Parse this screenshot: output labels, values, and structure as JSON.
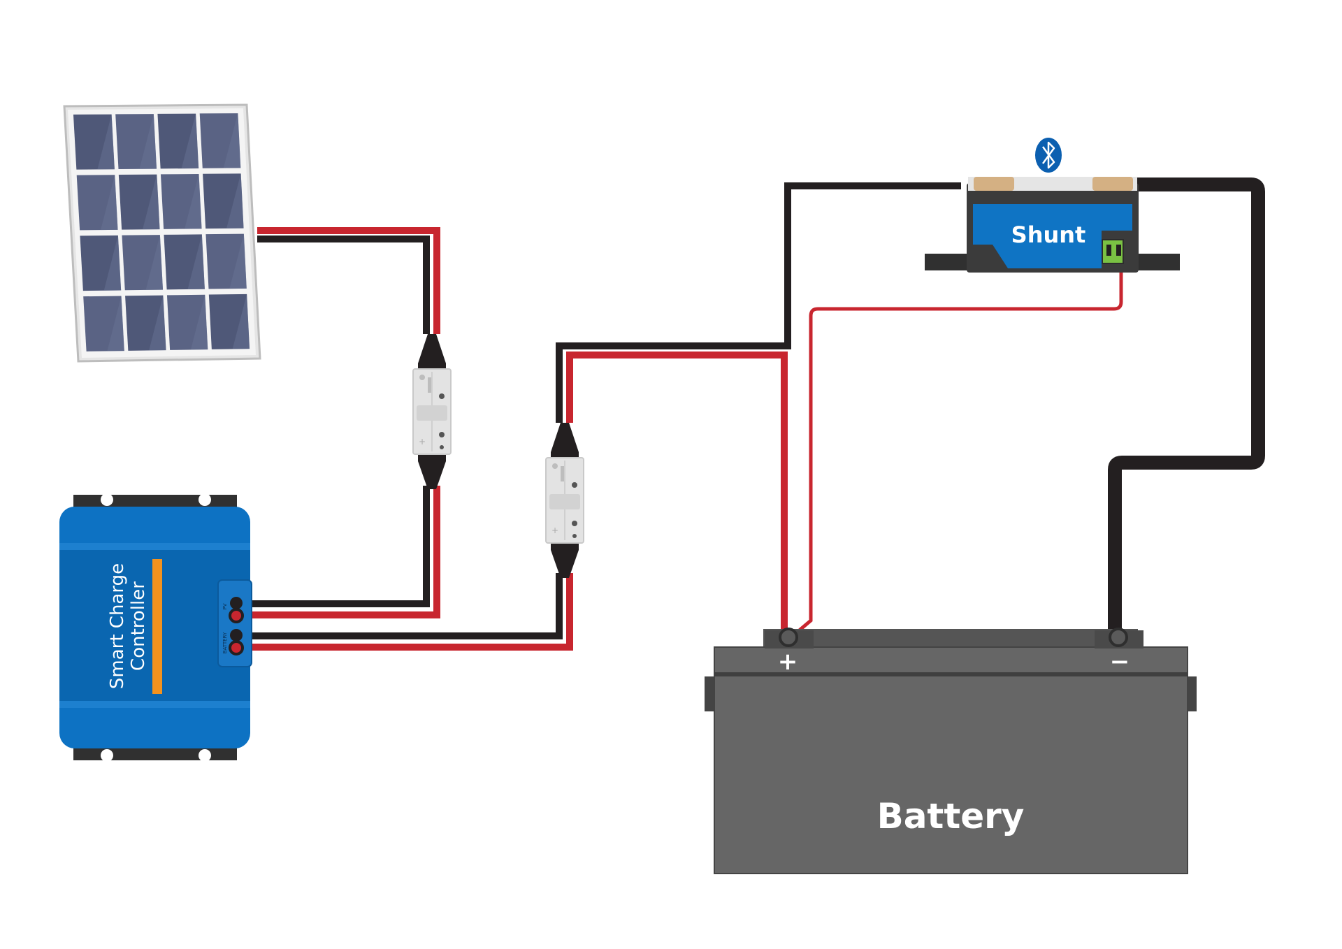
{
  "diagram": {
    "components": {
      "solar_panel": {
        "label": ""
      },
      "charge_controller": {
        "label_line1": "Smart Charge",
        "label_line2": "Controller",
        "port_label_pv": "PV",
        "port_label_battery": "BATTERY"
      },
      "shunt": {
        "label": "Shunt",
        "status_icon": "bluetooth-icon"
      },
      "battery": {
        "label": "Battery",
        "positive_symbol": "+",
        "negative_symbol": "−"
      }
    },
    "connectors": [
      {
        "name": "pv-connector",
        "type": "anderson-plug"
      },
      {
        "name": "battery-connector",
        "type": "anderson-plug"
      }
    ]
  },
  "colors": {
    "wire_positive": "#c8262f",
    "wire_negative": "#231f20",
    "controller_blue": "#0d72c3",
    "shunt_blue": "#0f74c4",
    "battery_gray": "#666666",
    "accent_orange": "#f3921e",
    "bluetooth_blue": "#0b5fb0"
  }
}
